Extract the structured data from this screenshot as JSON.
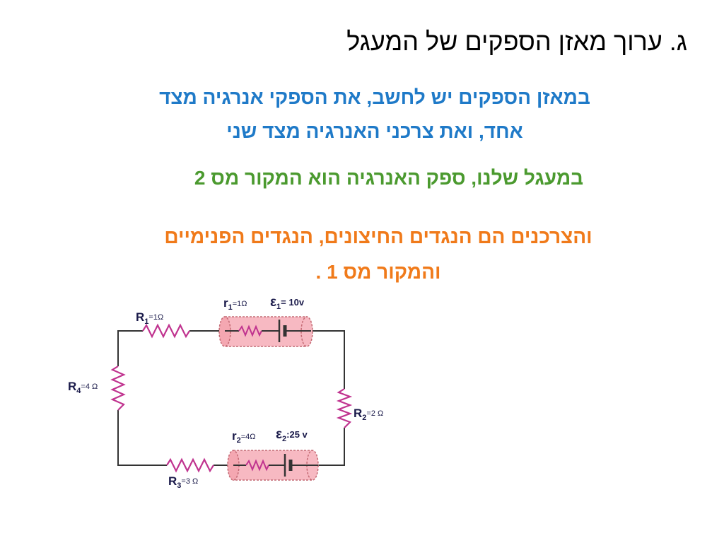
{
  "slide": {
    "title": "ג. ערוך מאזן הספקים של המעגל",
    "para1_line1": "במאזן הספקים יש לחשב, את הספקי אנרגיה מצד",
    "para1_line2": "אחד, ואת צרכני האנרגיה מצד שני",
    "para2": "במעגל שלנו, ספק האנרגיה הוא המקור מס 2",
    "para3_line1": "והצרכנים הם הנגדים החיצונים, הנגדים הפנימיים",
    "para3_line2": "והמקור מס 1 ."
  },
  "circuit": {
    "r1_label_main": "R",
    "r1_label_sub": "1",
    "r1_label_val": "=1Ω",
    "r2_label_main": "R",
    "r2_label_sub": "2",
    "r2_label_val": "=2 Ω",
    "r3_label_main": "R",
    "r3_label_sub": "3",
    "r3_label_val": "=3 Ω",
    "r4_label_main": "R",
    "r4_label_sub": "4",
    "r4_label_val": "=4 Ω",
    "src1_r_main": "r",
    "src1_r_sub": "1",
    "src1_r_val": "=1Ω",
    "src1_emf_main": "ε",
    "src1_emf_sub": "1",
    "src1_emf_val": "= 10v",
    "src2_r_main": "r",
    "src2_r_sub": "2",
    "src2_r_val": "=4Ω",
    "src2_emf_main": "ε",
    "src2_emf_sub": "2",
    "src2_emf_val": ":25 v",
    "colors": {
      "wire": "#333333",
      "resistor": "#c0338f",
      "source_fill": "#f7b9c2",
      "source_stroke": "#c46a74",
      "label": "#1a1a4a"
    }
  }
}
